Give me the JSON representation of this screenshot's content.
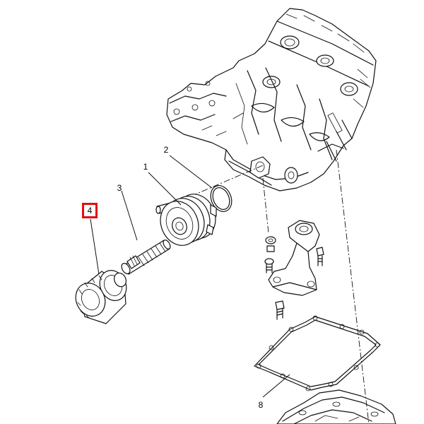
{
  "diagram": {
    "callouts": [
      {
        "id": "1",
        "label": "1"
      },
      {
        "id": "2",
        "label": "2"
      },
      {
        "id": "3",
        "label": "3"
      },
      {
        "id": "4",
        "label": "4"
      },
      {
        "id": "8",
        "label": "8"
      }
    ],
    "highlighted_callout": "4",
    "highlight_color": "#e01010",
    "line_color": "#111111",
    "parts": [
      "crankcase-icon",
      "oil-cooler-icon",
      "o-ring-icon",
      "union-bolt-icon",
      "oil-filter-icon",
      "oil-strainer-icon",
      "oil-pan-gasket-icon",
      "oil-pan-icon"
    ]
  }
}
